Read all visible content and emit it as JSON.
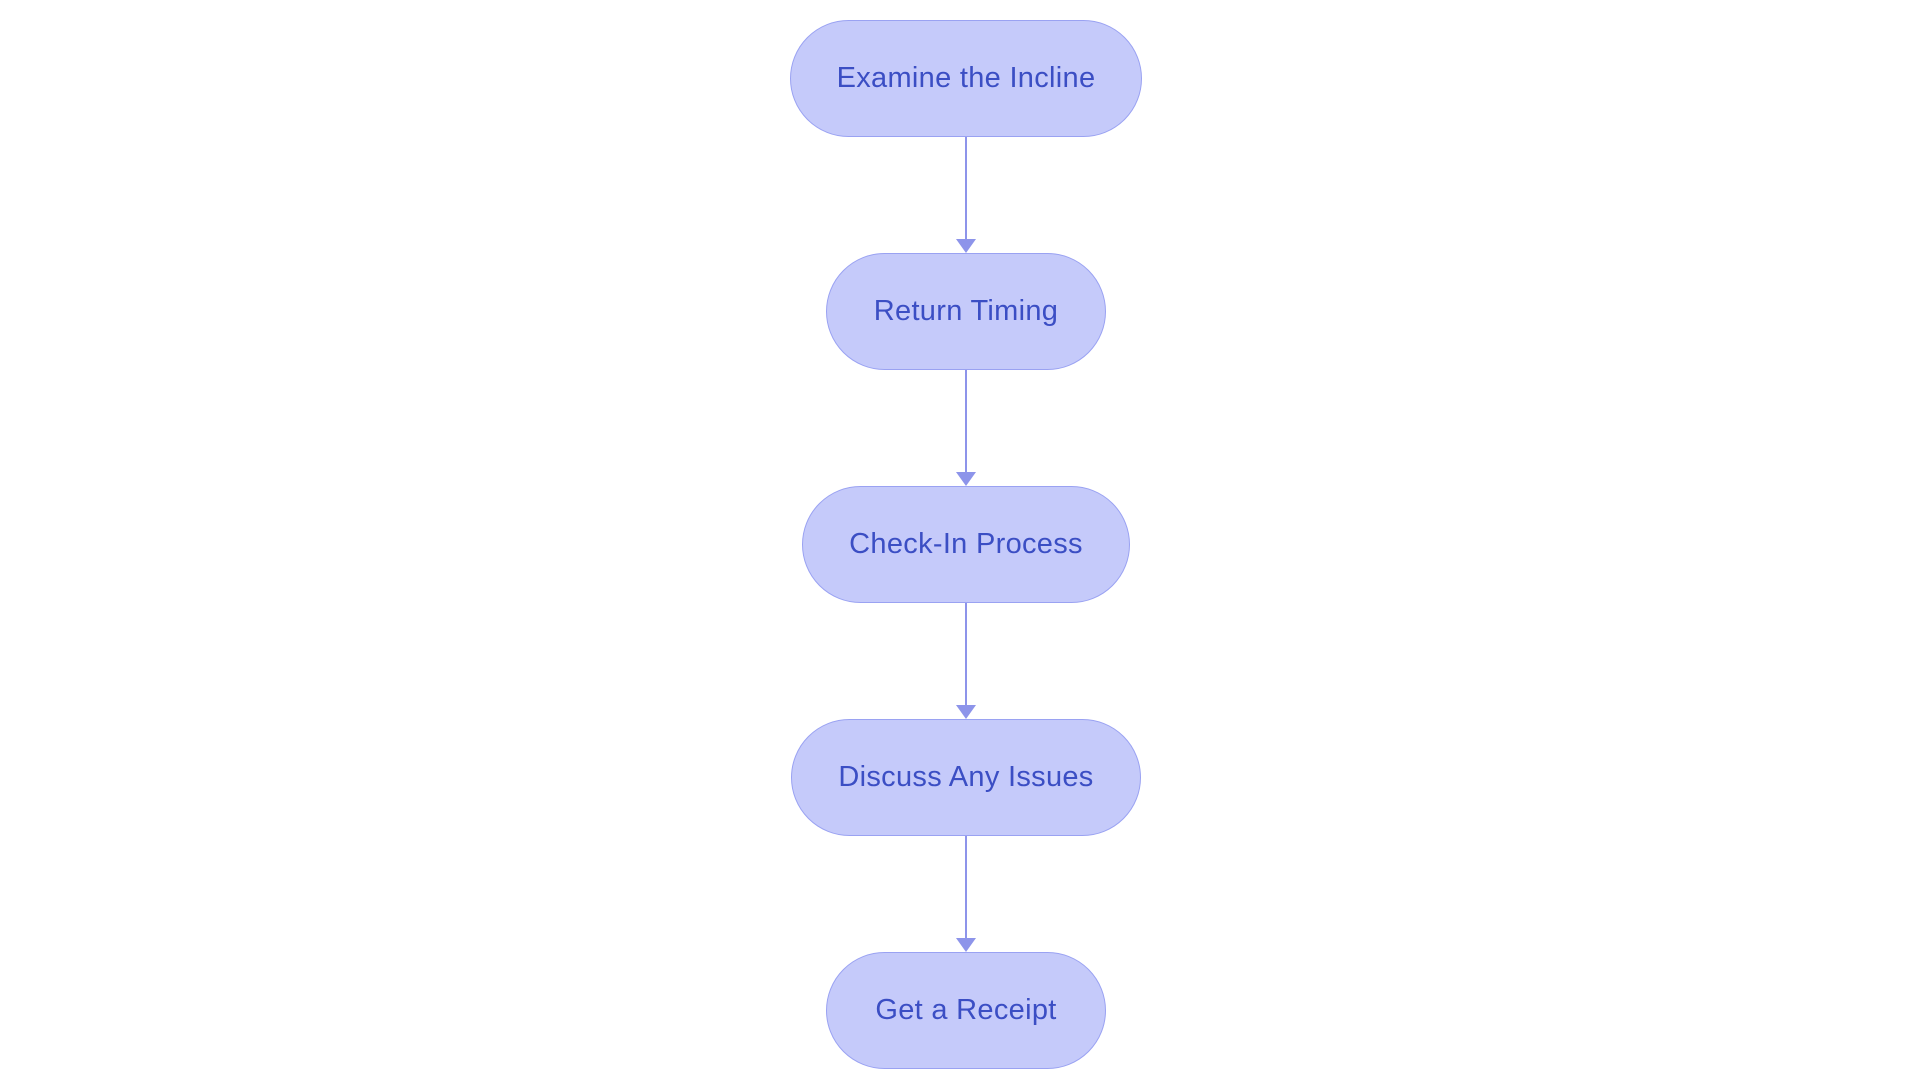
{
  "diagram": {
    "type": "flowchart",
    "direction": "top-down",
    "nodes": [
      {
        "id": 1,
        "label": "Examine the Incline"
      },
      {
        "id": 2,
        "label": "Return Timing"
      },
      {
        "id": 3,
        "label": "Check-In Process"
      },
      {
        "id": 4,
        "label": "Discuss Any Issues"
      },
      {
        "id": 5,
        "label": "Get a Receipt"
      }
    ],
    "edges": [
      {
        "from": "Examine the Incline",
        "to": "Return Timing"
      },
      {
        "from": "Return Timing",
        "to": "Check-In Process"
      },
      {
        "from": "Check-In Process",
        "to": "Discuss Any Issues"
      },
      {
        "from": "Discuss Any Issues",
        "to": "Get a Receipt"
      }
    ]
  },
  "colors": {
    "background": "#ffffff",
    "node_fill": "#c5cafa",
    "node_border": "#9aa2f2",
    "node_text": "#3b4ec4",
    "arrow": "#8d94ea"
  }
}
